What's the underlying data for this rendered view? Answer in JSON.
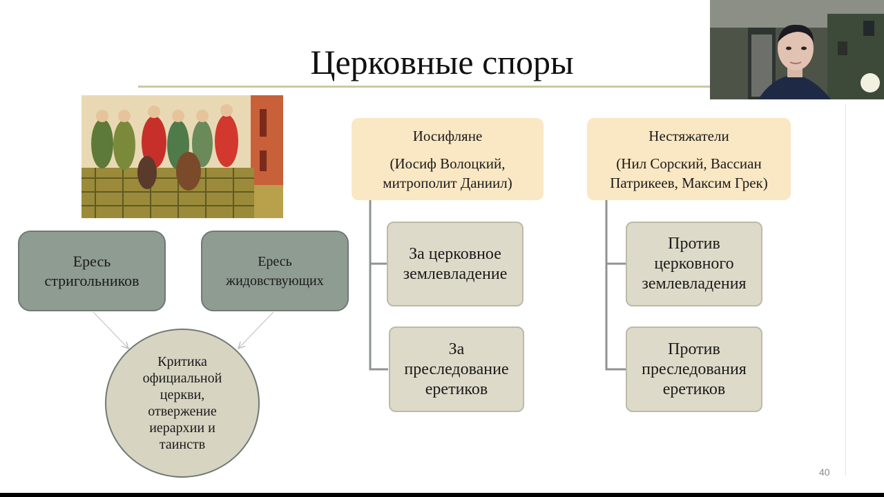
{
  "slide": {
    "title": "Церковные споры",
    "page_number": "40"
  },
  "heresies": {
    "strigolniki": [
      "Ересь",
      "стригольников"
    ],
    "zhidovstvuyushchie": [
      "Ересь",
      "жидовствующих"
    ],
    "critique": [
      "Критика",
      "официальной",
      "церкви,",
      "отвержение",
      "иерархии и",
      "таинств"
    ]
  },
  "josephites": {
    "title": "Иосифляне",
    "members": [
      "(Иосиф Волоцкий,",
      "митрополит Даниил)"
    ],
    "positions": [
      [
        "За церковное",
        "землевладение"
      ],
      [
        "За",
        "преследование",
        "еретиков"
      ]
    ]
  },
  "non_possessors": {
    "title": "Нестяжатели",
    "members": [
      "(Нил Сорский, Вассиан",
      "Патрикеев, Максим Грек)"
    ],
    "positions": [
      [
        "Против",
        "церковного",
        "землевладения"
      ],
      [
        "Против",
        "преследования",
        "еретиков"
      ]
    ]
  },
  "colors": {
    "heresy_box": "#8f9c92",
    "critique_circle": "#d8d4c2",
    "header_box": "#fae7c4",
    "position_box": "#dedac9",
    "title_rule": "#d0c6a6"
  }
}
